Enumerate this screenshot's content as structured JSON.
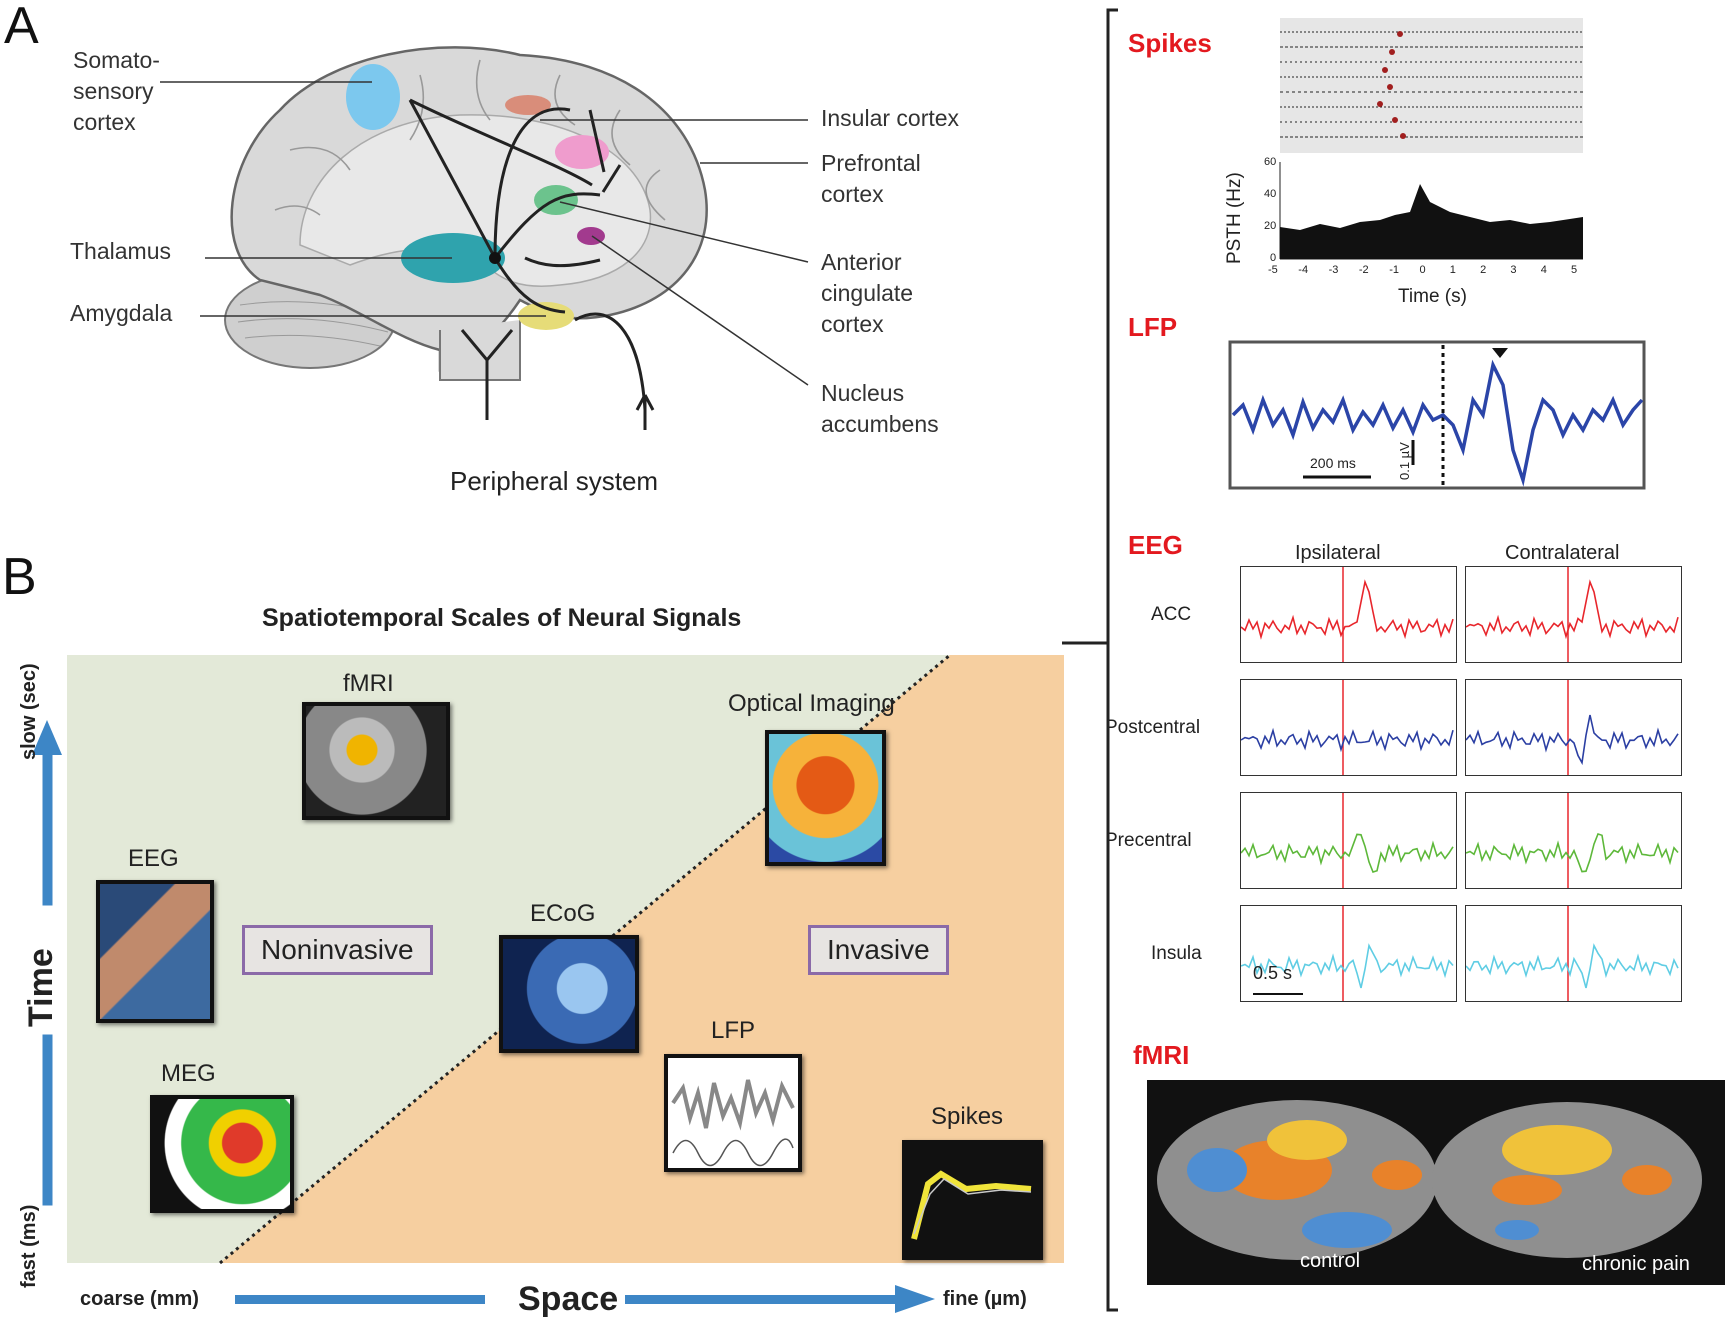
{
  "panelA": {
    "letter": "A",
    "labels": {
      "somatosensory": [
        "Somato-",
        "sensory",
        "cortex"
      ],
      "insular": "Insular cortex",
      "prefrontal": [
        "Prefrontal",
        "cortex"
      ],
      "thalamus": "Thalamus",
      "anterior_cingulate": [
        "Anterior",
        "cingulate",
        "cortex"
      ],
      "amygdala": "Amygdala",
      "nucleus_accumbens": [
        "Nucleus",
        "accumbens"
      ],
      "peripheral": "Peripheral system"
    },
    "region_colors": {
      "somatosensory": "#7cc8ee",
      "insular": "#d98d7a",
      "prefrontal": "#ef9ccd",
      "anterior_cingulate": "#6cc38d",
      "thalamus": "#2fa3ad",
      "nucleus_accumbens": "#a23a8e",
      "amygdala": "#e6dc78"
    }
  },
  "panelB": {
    "letter": "B",
    "title": "Spatiotemporal Scales of Neural Signals",
    "y_axis": {
      "label": "Time",
      "slow": "slow (sec)",
      "fast": "fast (ms)"
    },
    "x_axis": {
      "label": "Space",
      "coarse": "coarse (mm)",
      "fine": "fine (µm)"
    },
    "noninvasive": "Noninvasive",
    "invasive": "Invasive",
    "modalities": {
      "fmri": "fMRI",
      "optical": "Optical Imaging",
      "eeg": "EEG",
      "ecog": "ECoG",
      "meg": "MEG",
      "lfp": "LFP",
      "spikes": "Spikes"
    },
    "colors": {
      "noninvasive_bg": "#e3e9d8",
      "invasive_bg": "#f6cfa0",
      "axis_arrow": "#3d86c6"
    }
  },
  "right": {
    "spikes": {
      "heading": "Spikes",
      "ylabel": "PSTH (Hz)",
      "xlabel": "Time (s)",
      "yticks": [
        "60",
        "40",
        "20",
        "0"
      ],
      "xticks": [
        "-5",
        "-4",
        "-3",
        "-2",
        "-1",
        "0",
        "1",
        "2",
        "3",
        "4",
        "5"
      ]
    },
    "lfp": {
      "heading": "LFP",
      "scale_time": "200 ms",
      "scale_volt": "0.1 µV",
      "trace_color": "#2b45a8"
    },
    "eeg": {
      "heading": "EEG",
      "columns": [
        "Ipsilateral",
        "Contralateral"
      ],
      "rows": [
        {
          "label": "ACC",
          "color": "#e8262c"
        },
        {
          "label": "Postcentral",
          "color": "#2b3fa3"
        },
        {
          "label": "Precentral",
          "color": "#5db83a"
        },
        {
          "label": "Insula",
          "color": "#5fcde4"
        }
      ],
      "scale": "0.5 s"
    },
    "fmri": {
      "heading": "fMRI",
      "left_caption": "control",
      "right_caption": "chronic pain"
    }
  }
}
